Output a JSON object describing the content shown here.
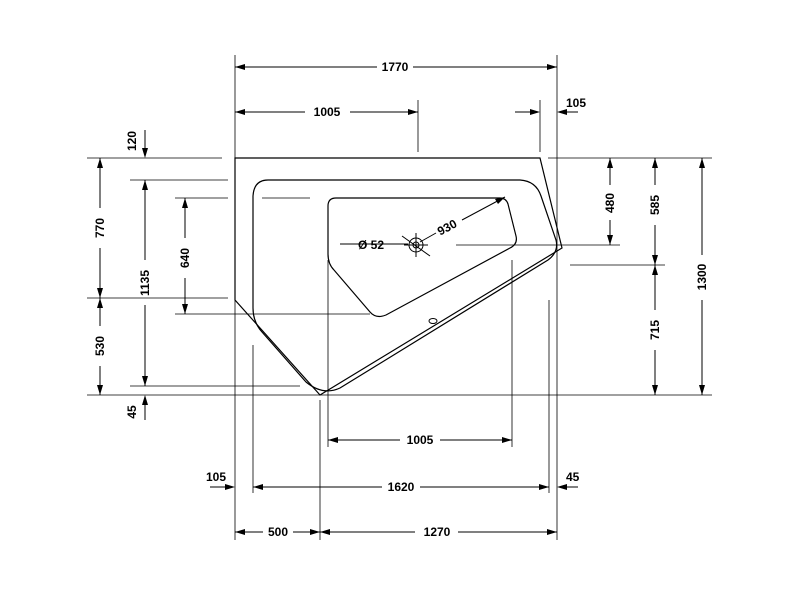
{
  "dimensions": {
    "top_overall": "1770",
    "top_inner": "1005",
    "top_right_offset": "105",
    "left_top_offset": "120",
    "left_upper": "770",
    "left_inner_height": "1135",
    "left_inner_upper": "640",
    "left_lower": "530",
    "left_bottom_offset": "45",
    "drain_diameter": "Ø 52",
    "diagonal_length": "930",
    "right_upper_small": "480",
    "right_upper": "585",
    "right_lower": "715",
    "right_overall": "1300",
    "bottom_inner": "1005",
    "bottom_left_offset": "105",
    "bottom_width": "1620",
    "bottom_right_offset": "45",
    "bottom_left_segment": "500",
    "bottom_right_segment": "1270"
  }
}
